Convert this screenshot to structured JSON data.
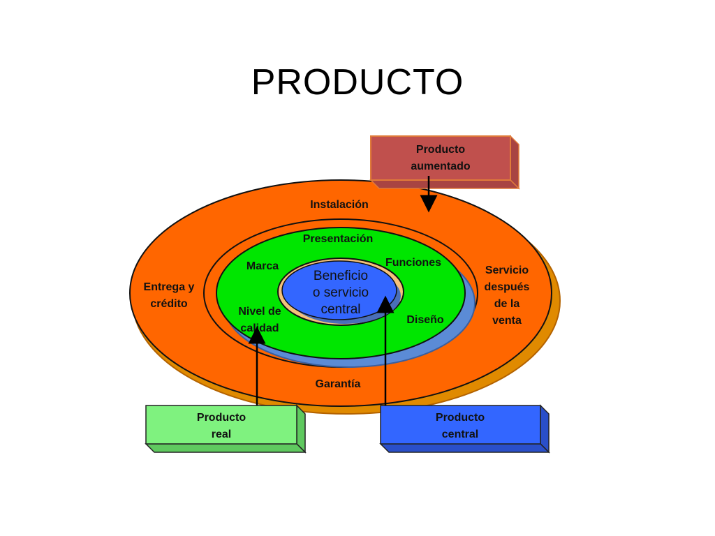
{
  "slide": {
    "title": "PRODUCTO"
  },
  "diagram": {
    "outer_ring": {
      "top": "Instalación",
      "left": [
        "Entrega y",
        "crédito"
      ],
      "right": [
        "Servicio",
        "después",
        "de la",
        "venta"
      ],
      "bottom": "Garantía"
    },
    "middle_ring": {
      "top": "Presentación",
      "upper_left": "Marca",
      "upper_right": "Funciones",
      "lower_left": [
        "Nivel de",
        "calidad"
      ],
      "lower_right": "Diseño"
    },
    "core": [
      "Beneficio",
      "o servicio",
      "central"
    ],
    "boxes": {
      "aumentado": [
        "Producto",
        "aumentado"
      ],
      "real": [
        "Producto",
        "real"
      ],
      "central": [
        "Producto",
        "central"
      ]
    },
    "colors": {
      "outer": "#ff6600",
      "middle": "#00e600",
      "core": "#3366ff",
      "box_aumentado": "#c0504d",
      "box_real": "#7ff27f",
      "box_central": "#3366ff"
    }
  }
}
